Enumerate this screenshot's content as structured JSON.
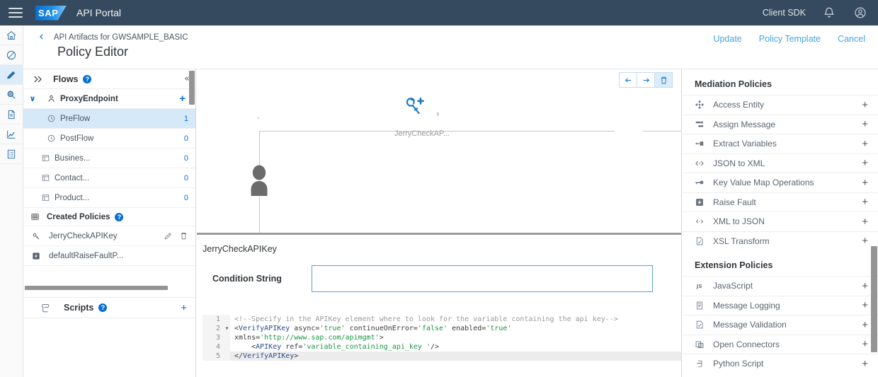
{
  "shell": {
    "menu_icon": "hamburger-icon",
    "logo_text": "SAP",
    "app_title": "API Portal",
    "client_sdk_label": "Client SDK",
    "bell_icon": "bell-icon",
    "avatar_icon": "user-avatar-icon"
  },
  "rail": {
    "items": [
      {
        "icon": "home-icon",
        "active": false
      },
      {
        "icon": "circle-slash-icon",
        "active": false
      },
      {
        "icon": "pencil-icon",
        "active": true
      },
      {
        "icon": "magnifier-cursor-icon",
        "active": false
      },
      {
        "icon": "document-icon",
        "active": false
      },
      {
        "icon": "analytics-chart-icon",
        "active": false
      },
      {
        "icon": "report-list-icon",
        "active": false
      }
    ]
  },
  "page": {
    "back_label": "‹",
    "breadcrumb": "API Artifacts for GWSAMPLE_BASIC",
    "title": "Policy Editor",
    "actions": [
      {
        "label": "Update"
      },
      {
        "label": "Policy Template"
      },
      {
        "label": "Cancel"
      }
    ]
  },
  "flows": {
    "header": {
      "title": "Flows",
      "help": "?",
      "collapse": "«"
    },
    "group": {
      "expander": "∨",
      "label": "ProxyEndpoint",
      "add": "+"
    },
    "items": [
      {
        "label": "PreFlow",
        "count": "1",
        "icon": "preflow-clock-icon",
        "selected": true,
        "indent": false
      },
      {
        "label": "PostFlow",
        "count": "0",
        "icon": "postflow-clock-icon",
        "selected": false,
        "indent": false
      },
      {
        "label": "Busines...",
        "count": "0",
        "icon": "resource-icon",
        "selected": false,
        "indent": true
      },
      {
        "label": "Contact...",
        "count": "0",
        "icon": "resource-icon",
        "selected": false,
        "indent": true
      },
      {
        "label": "Product...",
        "count": "0",
        "icon": "resource-icon",
        "selected": false,
        "indent": true
      }
    ],
    "created_policies": {
      "title": "Created Policies",
      "help": "?",
      "icon": "grid-table-icon",
      "rows": [
        {
          "label": "JerryCheckAPIKey",
          "icon": "verify-apikey-icon",
          "edit": "pencil-icon",
          "delete": "trash-icon"
        },
        {
          "label": "defaultRaiseFaultP...",
          "icon": "raise-fault-icon",
          "edit": "",
          "delete": ""
        }
      ]
    },
    "scripts": {
      "label": "Scripts",
      "help": "?",
      "icon": "scripts-icon",
      "add": "+"
    }
  },
  "canvas": {
    "toolbar": [
      {
        "icon": "arrow-left-icon",
        "active": false
      },
      {
        "icon": "arrow-right-icon",
        "active": false
      },
      {
        "icon": "trash-icon",
        "active": true
      }
    ],
    "policy_node": {
      "icon": "wrench-plus-icon",
      "label": "JerryCheckAP...",
      "chevron": "›"
    },
    "left_actor": {
      "icon": "person-icon"
    },
    "right_actor": {
      "icon": "laptop-icon"
    }
  },
  "editor": {
    "policy_name": "JerryCheckAPIKey",
    "condition_label": "Condition String",
    "condition_value": "",
    "condition_placeholder": "",
    "code": {
      "active_line": 5,
      "lines": [
        {
          "no": "1",
          "fold": "",
          "tokens": [
            {
              "t": "comment",
              "s": "<!--Specify in the APIKey element where to look for the variable containing the api key-->"
            }
          ]
        },
        {
          "no": "2",
          "fold": "▾",
          "tokens": [
            {
              "t": "punct",
              "s": "<"
            },
            {
              "t": "tag",
              "s": "VerifyAPIKey"
            },
            {
              "t": "attr",
              "s": " async="
            },
            {
              "t": "val",
              "s": "'true'"
            },
            {
              "t": "attr",
              "s": " continueOnError="
            },
            {
              "t": "val",
              "s": "'false'"
            },
            {
              "t": "attr",
              "s": " enabled="
            },
            {
              "t": "val",
              "s": "'true'"
            }
          ]
        },
        {
          "no": "3",
          "fold": "",
          "tokens": [
            {
              "t": "attr",
              "s": "xmlns="
            },
            {
              "t": "val",
              "s": "'http://www.sap.com/apimgmt'"
            },
            {
              "t": "punct",
              "s": ">"
            }
          ]
        },
        {
          "no": "4",
          "fold": "",
          "tokens": [
            {
              "t": "punct",
              "s": "    <"
            },
            {
              "t": "tag",
              "s": "APIKey"
            },
            {
              "t": "attr",
              "s": " ref="
            },
            {
              "t": "val",
              "s": "'variable_containing_api_key '"
            },
            {
              "t": "punct",
              "s": "/>"
            }
          ]
        },
        {
          "no": "5",
          "fold": "",
          "tokens": [
            {
              "t": "punct",
              "s": "</"
            },
            {
              "t": "tag",
              "s": "VerifyAPIKey"
            },
            {
              "t": "punct",
              "s": ">"
            }
          ]
        }
      ]
    }
  },
  "right_panel": {
    "sections": [
      {
        "title": "Mediation Policies",
        "items": [
          {
            "label": "Access Entity",
            "icon": "access-entity-icon",
            "add": "+"
          },
          {
            "label": "Assign Message",
            "icon": "assign-message-icon",
            "add": "+"
          },
          {
            "label": "Extract Variables",
            "icon": "extract-variables-icon",
            "add": "+"
          },
          {
            "label": "JSON to XML",
            "icon": "json-to-xml-icon",
            "add": "+"
          },
          {
            "label": "Key Value Map Operations",
            "icon": "key-value-map-icon",
            "add": "+"
          },
          {
            "label": "Raise Fault",
            "icon": "raise-fault-icon",
            "add": "+"
          },
          {
            "label": "XML to JSON",
            "icon": "xml-to-json-icon",
            "add": "+"
          },
          {
            "label": "XSL Transform",
            "icon": "xsl-transform-icon",
            "add": "+"
          }
        ]
      },
      {
        "title": "Extension Policies",
        "items": [
          {
            "label": "JavaScript",
            "icon": "javascript-icon",
            "add": "+"
          },
          {
            "label": "Message Logging",
            "icon": "message-logging-icon",
            "add": "+"
          },
          {
            "label": "Message Validation",
            "icon": "message-validation-icon",
            "add": "+"
          },
          {
            "label": "Open Connectors",
            "icon": "open-connectors-icon",
            "add": "+"
          },
          {
            "label": "Python Script",
            "icon": "python-script-icon",
            "add": "+"
          }
        ]
      }
    ]
  },
  "colors": {
    "shell_bg": "#354a5f",
    "accent_blue": "#0a6ed1",
    "link_blue": "#4aa3e0",
    "selected_row": "#d6e9f8",
    "code_string": "#1a9641",
    "code_tag": "#2b4b8f"
  }
}
